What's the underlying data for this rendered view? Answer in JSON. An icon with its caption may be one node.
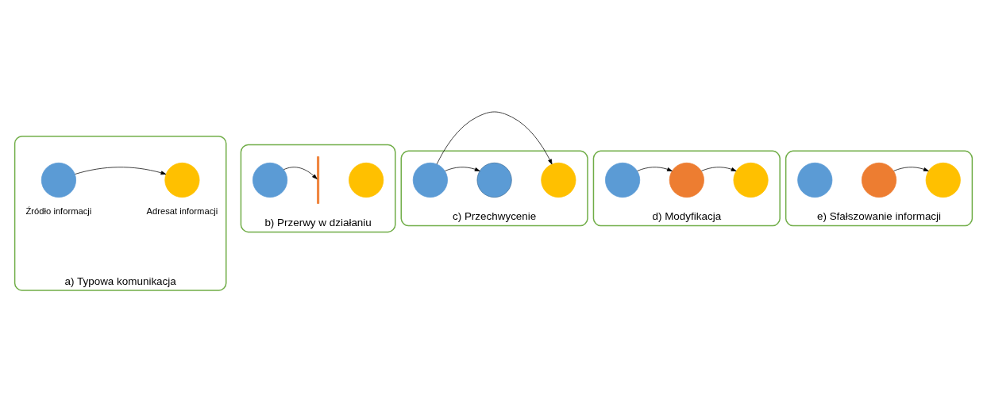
{
  "diagram": {
    "nodes": [
      {
        "text": [
          "a) Typowa komunikacja"
        ]
      },
      {
        "text": [],
        "shape": "circle",
        "in": 0,
        "beside": [
          "Źródło informacji"
        ]
      },
      {
        "text": [],
        "shape": "circle",
        "in": 0,
        "beside": [
          "Adresat informacji"
        ]
      },
      {
        "text": [
          "b) Przerwy w działaniu"
        ]
      },
      {
        "text": [],
        "shape": "circle",
        "in": 3
      },
      {
        "text": [],
        "shape": "bar",
        "in": 3
      },
      {
        "text": [],
        "shape": "circle",
        "in": 3
      },
      {
        "text": [
          "c) Przechwycenie"
        ]
      },
      {
        "text": [],
        "shape": "circle",
        "in": 7
      },
      {
        "text": [],
        "shape": "circle",
        "in": 7
      },
      {
        "text": [],
        "shape": "circle",
        "in": 7
      },
      {
        "text": [
          "d) Modyfikacja"
        ]
      },
      {
        "text": [],
        "shape": "circle",
        "in": 11
      },
      {
        "text": [],
        "shape": "circle",
        "in": 11
      },
      {
        "text": [],
        "shape": "circle",
        "in": 11
      },
      {
        "text": [
          "e) Sfałszowanie informacji"
        ]
      },
      {
        "text": [],
        "shape": "circle",
        "in": 15
      },
      {
        "text": [],
        "shape": "circle",
        "in": 15
      },
      {
        "text": [],
        "shape": "circle",
        "in": 15
      }
    ],
    "edges": [
      {
        "from": 1,
        "to": 2,
        "arrow": "to"
      },
      {
        "from": 4,
        "to": 5,
        "arrow": "to"
      },
      {
        "from": 8,
        "to": 10,
        "arrow": "to"
      },
      {
        "from": 8,
        "to": 9,
        "arrow": "to"
      },
      {
        "from": 12,
        "to": 13,
        "arrow": "to"
      },
      {
        "from": 13,
        "to": 14,
        "arrow": "to"
      },
      {
        "from": 17,
        "to": 18,
        "arrow": "to"
      }
    ]
  }
}
